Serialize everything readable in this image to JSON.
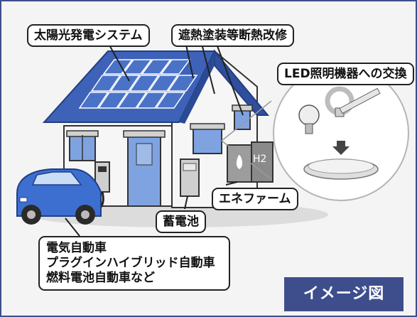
{
  "labels": {
    "solar": "太陽光発電システム",
    "insulation": "遮熱塗装等断熱改修",
    "led": "LED照明機器への交換",
    "fuel_cell": "エネファーム",
    "battery": "蓄電池",
    "vehicle_line1": "電気自動車",
    "vehicle_line2": "プラグインハイブリッド自動車",
    "vehicle_line3": "燃料電池自動車など",
    "hydrogen": "H2"
  },
  "badge": "イメージ図",
  "colors": {
    "frame": "#3e4e8c",
    "panel": "#4a73c8",
    "roof": "#3d62b8",
    "wall": "#f6f6f6",
    "window": "#7fa3e0",
    "car": "#3d6fd0"
  }
}
